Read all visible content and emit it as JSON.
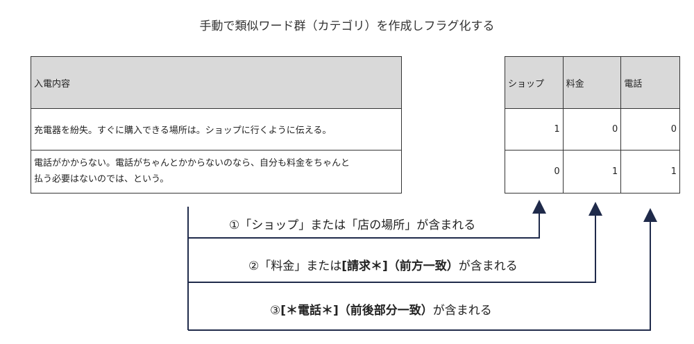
{
  "title": "手動で類似ワード群（カテゴリ）を作成しフラグ化する",
  "inquiry_table": {
    "header": "入電内容",
    "rows": [
      "充電器を紛失。すぐに購入できる場所は。ショップに行くように伝える。",
      "電話がかからない。電話がちゃんとかからないのなら、自分も料金をちゃんと",
      "払う必要はないのでは、という。"
    ]
  },
  "flag_table": {
    "headers": [
      "ショップ",
      "料金",
      "電話"
    ],
    "rows": [
      [
        "1",
        "0",
        "0"
      ],
      [
        "0",
        "1",
        "1"
      ]
    ]
  },
  "rules": {
    "r1": {
      "text": "①「ショップ」または「店の場所」が含まれる"
    },
    "r2": {
      "pre": "②「料金」または",
      "bold": "[請求＊]（前方一致）",
      "post": "が含まれる"
    },
    "r3": {
      "pre": "③",
      "bold": "[＊電話＊]（前後部分一致）",
      "post": "が含まれる"
    }
  },
  "colors": {
    "arrow": "#1f2a4a",
    "header_bg": "#d9d9d9",
    "border": "#333333"
  }
}
